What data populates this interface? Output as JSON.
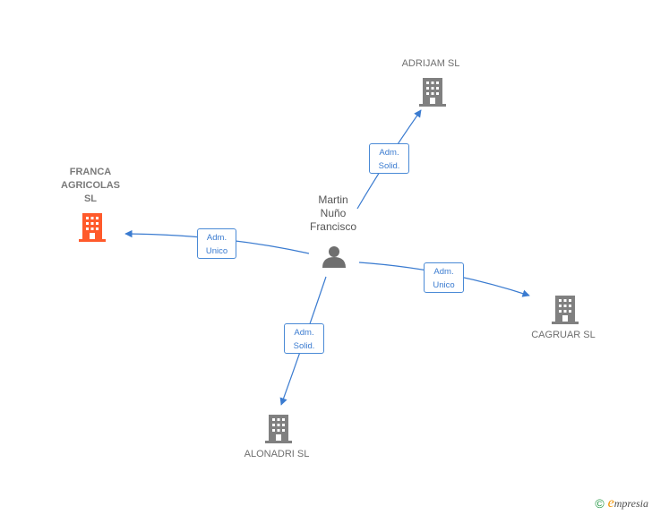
{
  "nodes": {
    "person": {
      "label": "Martin\nNuño\nFrancisco",
      "icon": "person-icon"
    },
    "franca": {
      "label": "FRANCA\nAGRICOLAS\nSL",
      "icon": "building-icon",
      "color": "#ff5a2b"
    },
    "adrijam": {
      "label": "ADRIJAM SL",
      "icon": "building-icon",
      "color": "#808080"
    },
    "cagruar": {
      "label": "CAGRUAR  SL",
      "icon": "building-icon",
      "color": "#808080"
    },
    "alonadri": {
      "label": "ALONADRI SL",
      "icon": "building-icon",
      "color": "#808080"
    }
  },
  "edges": {
    "franca": "Adm.\nUnico",
    "adrijam": "Adm.\nSolid.",
    "cagruar": "Adm.\nUnico",
    "alonadri": "Adm.\nSolid."
  },
  "colors": {
    "edge": "#3a7bd0",
    "person": "#6f6f6f"
  },
  "footer": {
    "copyright": "©",
    "brand_e": "e",
    "brand_rest": "mpresia"
  }
}
